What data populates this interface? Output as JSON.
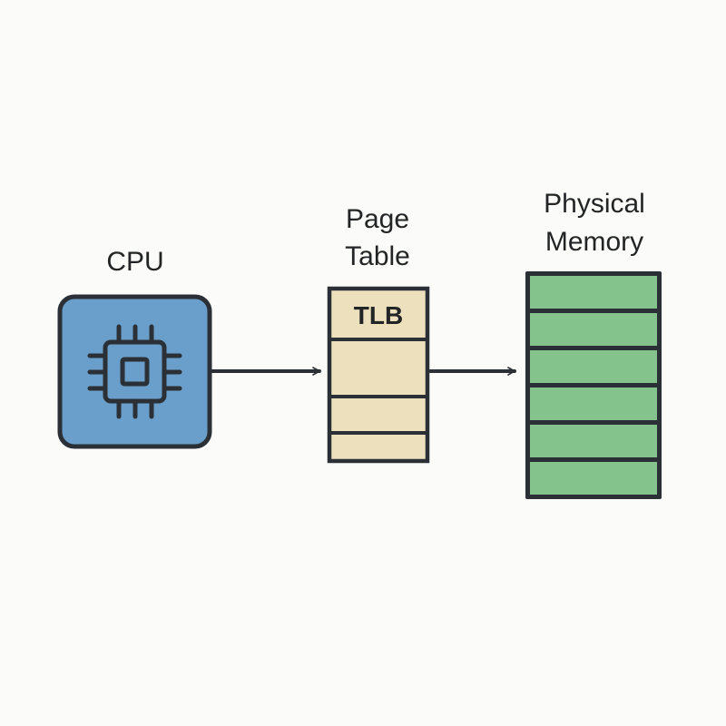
{
  "cpu": {
    "label": "CPU",
    "icon": "cpu-chip-icon",
    "color": "#6a9fcb"
  },
  "page_table": {
    "label_line1": "Page",
    "label_line2": "Table",
    "tlb_label": "TLB",
    "color": "#ede0bd"
  },
  "physical_memory": {
    "label_line1": "Physical",
    "label_line2": "Memory",
    "color": "#85c38d",
    "rows": 6
  },
  "colors": {
    "stroke": "#2a3036",
    "background": "#fbfbf9"
  }
}
